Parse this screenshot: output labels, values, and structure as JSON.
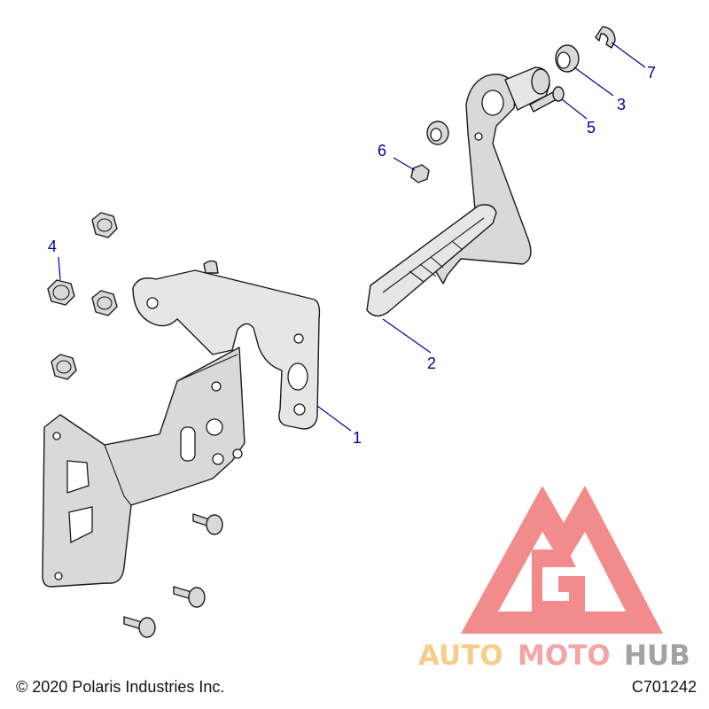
{
  "callouts": [
    {
      "id": "1",
      "label": "1"
    },
    {
      "id": "2",
      "label": "2"
    },
    {
      "id": "3",
      "label": "3"
    },
    {
      "id": "4",
      "label": "4"
    },
    {
      "id": "5",
      "label": "5"
    },
    {
      "id": "6",
      "label": "6"
    },
    {
      "id": "7",
      "label": "7"
    }
  ],
  "watermark": {
    "auto": "AUTO",
    "moto": "MOTO",
    "hub": "HUB",
    "colors": {
      "auto": "#f5c16c",
      "moto": "#f08f8f",
      "hub": "#8c8c8c",
      "logo": "#ef6f6f"
    }
  },
  "footer": {
    "copyright": "© 2020 Polaris Industries Inc.",
    "figure_id": "C701242"
  },
  "colors": {
    "callout": "#0000a0",
    "part_fill": "#d9d9d9",
    "outline": "#1a1a1a"
  }
}
